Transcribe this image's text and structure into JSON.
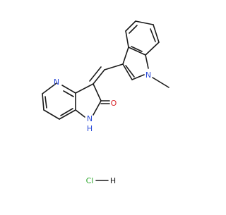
{
  "molecule": {
    "atoms": {
      "pyridine_n": "N",
      "lactam_nh": "N",
      "lactam_h": "H",
      "carbonyl_o": "O",
      "indole_n": "N",
      "hcl_cl": "Cl",
      "hcl_h": "H"
    },
    "colors": {
      "nitrogen": "#2b4bd8",
      "oxygen": "#d8262b",
      "chlorine": "#2aa52a",
      "carbon_bond": "#1a1a1a"
    }
  }
}
